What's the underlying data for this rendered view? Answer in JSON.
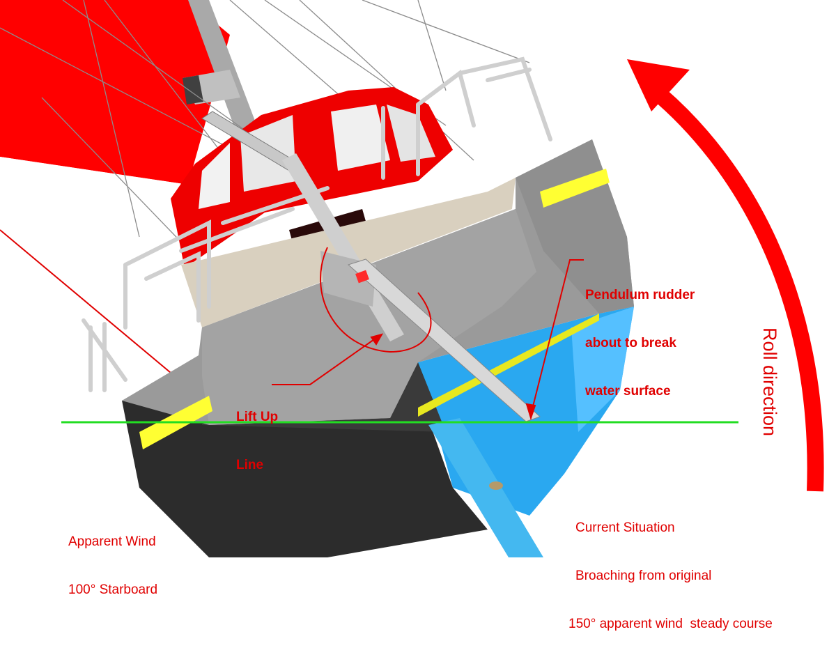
{
  "annotations": {
    "pendulum_rudder": [
      "Pendulum rudder",
      "about to break",
      "water surface"
    ],
    "lift_up_line": [
      "Lift Up",
      "Line"
    ],
    "roll_direction": "Roll direction",
    "apparent_wind": [
      "Apparent Wind",
      "100° Starboard"
    ],
    "current_situation": [
      "Current Situation",
      "Broaching from original",
      "150° apparent wind  steady course"
    ]
  },
  "colors": {
    "annotation": "#e00000",
    "waterline": "#22dd22",
    "hull_grey": "#9a9a9a",
    "hull_dark": "#2c2c2c",
    "underwater_blue": "#2aa8f0",
    "sail_red": "#ff0000",
    "boot_stripe": "#ffff33"
  }
}
